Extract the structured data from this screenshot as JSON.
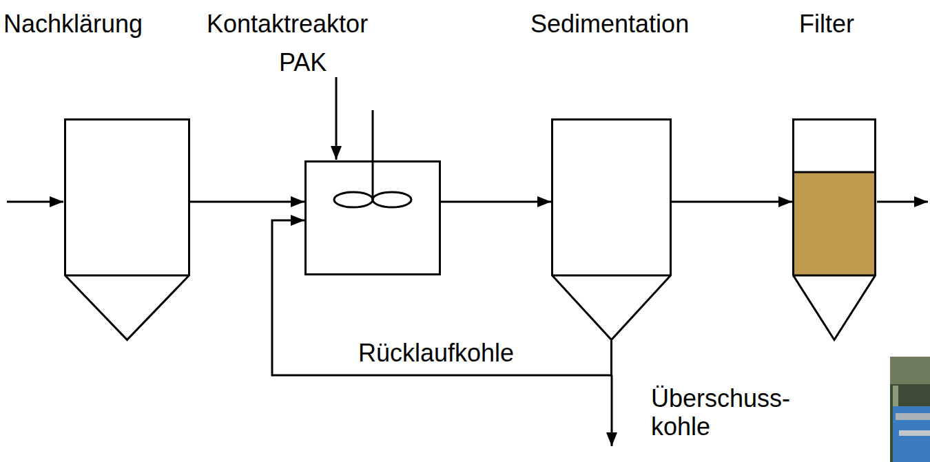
{
  "diagram": {
    "nodes": [
      {
        "text": [
          "Nachklärung"
        ]
      },
      {
        "text": [
          "Kontaktreaktor"
        ]
      },
      {
        "text": [
          "Sedimentation"
        ]
      },
      {
        "text": [
          "Filter"
        ]
      }
    ],
    "edges": [
      {
        "from": 0,
        "to": 1,
        "arrow": "to"
      },
      {
        "from": 1,
        "to": 2,
        "arrow": "to"
      },
      {
        "from": 2,
        "to": 3,
        "arrow": "to"
      },
      {
        "from": 2,
        "to": 1,
        "arrow": "to",
        "label": "Rücklaufkohle"
      }
    ],
    "labels": [
      "PAK",
      "Überschuss- kohle"
    ]
  }
}
